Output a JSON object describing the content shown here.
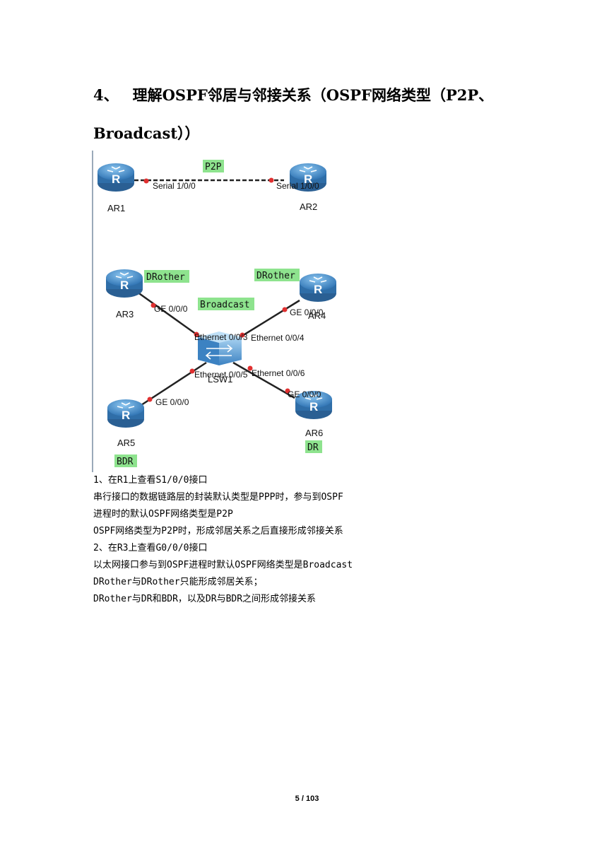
{
  "heading": {
    "number": "4、",
    "text": "理解OSPF邻居与邻接关系（OSPF网络类型（P2P、Broadcast））"
  },
  "topology": {
    "p2p_tag": "P2P",
    "broadcast_tag": "Broadcast",
    "routers": {
      "ar1": "AR1",
      "ar2": "AR2",
      "ar3": "AR3",
      "ar4": "AR4",
      "ar5": "AR5",
      "ar6": "AR6"
    },
    "switch": "LSW1",
    "roles": {
      "ar3": "DRother",
      "ar4": "DRother",
      "ar5": "BDR",
      "ar6": "DR"
    },
    "interfaces": {
      "ar1_serial": "Serial 1/0/0",
      "ar2_serial": "Serial 1/0/0",
      "ar3_ge": "GE 0/0/0",
      "ar4_ge": "GE 0/0/0",
      "ar5_ge": "GE 0/0/0",
      "ar6_ge": "GE 0/0/0",
      "sw_e3": "Ethernet 0/0/3",
      "sw_e4": "Ethernet 0/0/4",
      "sw_e5": "Ethernet 0/0/5",
      "sw_e6": "Ethernet 0/0/6"
    }
  },
  "lines": [
    "1、在R1上查看S1/0/0接口",
    "串行接口的数据链路层的封装默认类型是PPP时，参与到OSPF",
    "进程时的默认OSPF网络类型是P2P",
    "OSPF网络类型为P2P时，形成邻居关系之后直接形成邻接关系",
    "2、在R3上查看G0/0/0接口",
    "以太网接口参与到OSPF进程时默认OSPF网络类型是Broadcast",
    "DRother与DRother只能形成邻居关系；",
    "DRother与DR和BDR，以及DR与BDR之间形成邻接关系"
  ],
  "footer": "5 / 103",
  "colors": {
    "router": "#3b82c4",
    "tag": "#8ee38e",
    "port": "#e03030"
  }
}
